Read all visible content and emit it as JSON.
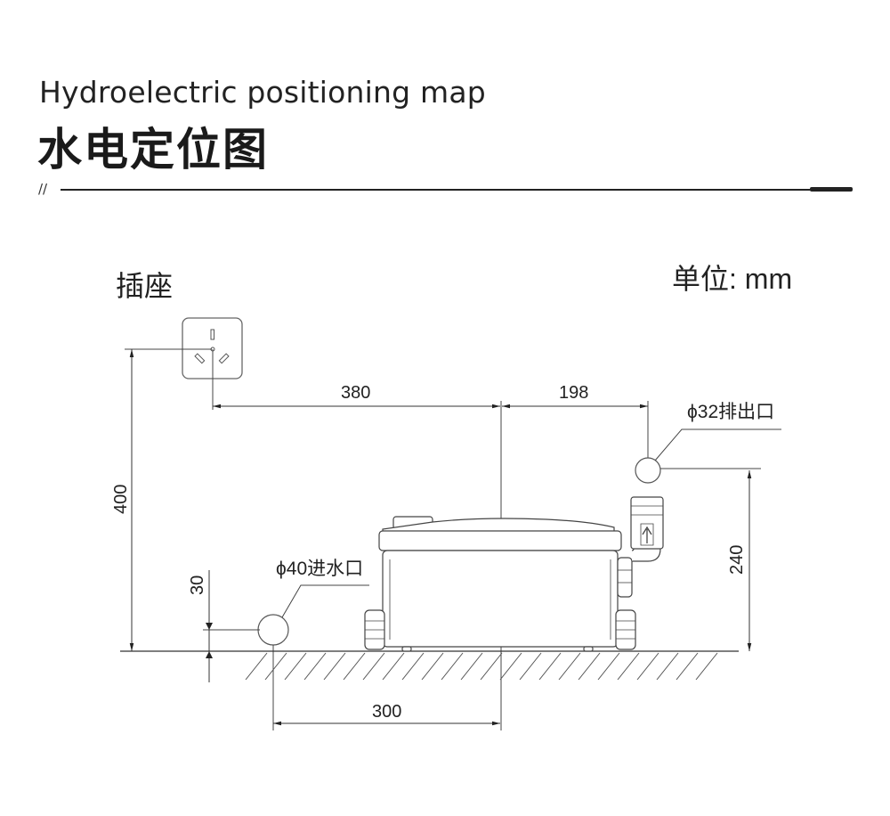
{
  "header": {
    "subtitle": "Hydroelectric positioning map",
    "title": "水电定位图",
    "divider_mark": "//"
  },
  "diagram": {
    "socket_label": "插座",
    "unit_label": "单位: mm",
    "dim_horizontal_socket": "380",
    "dim_horizontal_outlet": "198",
    "dim_horizontal_inlet": "300",
    "dim_vertical_socket": "400",
    "dim_vertical_inlet": "30",
    "dim_vertical_outlet": "240",
    "outlet_label": "ϕ32排出口",
    "inlet_label": "ϕ40进水口"
  }
}
